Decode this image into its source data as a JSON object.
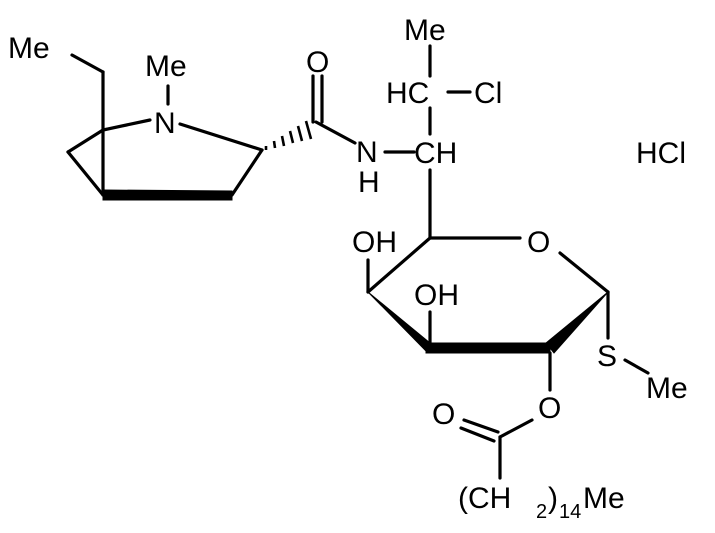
{
  "molecule": {
    "labels": {
      "ethyl_me": "Me",
      "n_methyl_me": "Me",
      "ring_n": "N",
      "carbonyl_o": "O",
      "amide_n": "N",
      "amide_h": "H",
      "top_me": "Me",
      "chiral_hc": "HC",
      "chloro": "Cl",
      "ch": "CH",
      "hcl": "HCl",
      "oh_1": "OH",
      "ring_o": "O",
      "oh_2": "OH",
      "sulfur": "S",
      "s_methyl_me": "Me",
      "ester_o": "O",
      "ester_carbonyl_o": "O",
      "chain_open": "(CH",
      "chain_sub_2": "2",
      "chain_close": ")",
      "chain_sub_14": "14",
      "chain_me": "Me"
    }
  }
}
